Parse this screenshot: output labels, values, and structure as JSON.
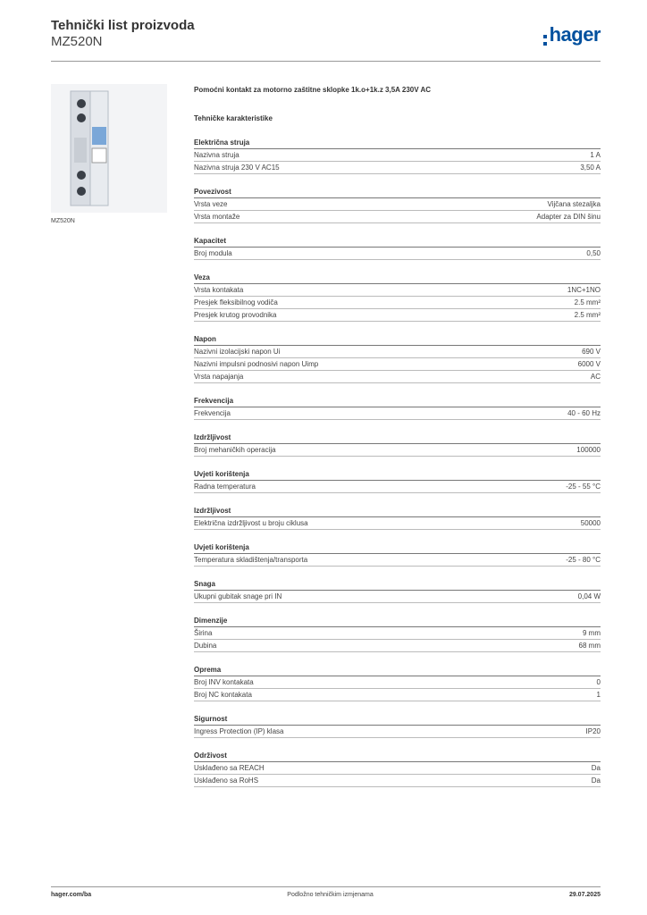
{
  "header": {
    "title": "Tehnički list proizvoda",
    "model": "MZ520N",
    "logo": "hager",
    "brand_color": "#00509e"
  },
  "product": {
    "image_caption": "MZ520N",
    "description": "Pomoćni kontakt za motorno zaštitne sklopke 1k.o+1k.z 3,5A 230V AC"
  },
  "spec_title": "Tehničke karakteristike",
  "sections": [
    {
      "title": "Električna struja",
      "rows": [
        [
          "Nazivna struja",
          "1 A"
        ],
        [
          "Nazivna struja 230 V AC15",
          "3,50 A"
        ]
      ]
    },
    {
      "title": "Povezivost",
      "rows": [
        [
          "Vrsta veze",
          "Vijčana stezaljka"
        ],
        [
          "Vrsta montaže",
          "Adapter za DIN šinu"
        ]
      ]
    },
    {
      "title": "Kapacitet",
      "rows": [
        [
          "Broj modula",
          "0,50"
        ]
      ]
    },
    {
      "title": "Veza",
      "rows": [
        [
          "Vrsta kontakata",
          "1NC+1NO"
        ],
        [
          "Presjek fleksibilnog vodiča",
          "2.5 mm²"
        ],
        [
          "Presjek krutog provodnika",
          "2.5 mm²"
        ]
      ]
    },
    {
      "title": "Napon",
      "rows": [
        [
          "Nazivni izolacijski napon Ui",
          "690 V"
        ],
        [
          "Nazivni impulsni podnosivi napon Uimp",
          "6000 V"
        ],
        [
          "Vrsta napajanja",
          "AC"
        ]
      ]
    },
    {
      "title": "Frekvencija",
      "rows": [
        [
          "Frekvencija",
          "40 - 60 Hz"
        ]
      ]
    },
    {
      "title": "Izdržljivost",
      "rows": [
        [
          "Broj mehaničkih operacija",
          "100000"
        ]
      ]
    },
    {
      "title": "Uvjeti korištenja",
      "rows": [
        [
          "Radna temperatura",
          "-25 - 55 °C"
        ]
      ]
    },
    {
      "title": "Izdržljivost",
      "rows": [
        [
          "Električna izdržljivost u broju ciklusa",
          "50000"
        ]
      ]
    },
    {
      "title": "Uvjeti korištenja",
      "rows": [
        [
          "Temperatura skladištenja/transporta",
          "-25 - 80 °C"
        ]
      ]
    },
    {
      "title": "Snaga",
      "rows": [
        [
          "Ukupni gubitak snage pri IN",
          "0,04 W"
        ]
      ]
    },
    {
      "title": "Dimenzije",
      "rows": [
        [
          "Širina",
          "9 mm"
        ],
        [
          "Dubina",
          "68 mm"
        ]
      ]
    },
    {
      "title": "Oprema",
      "rows": [
        [
          "Broj INV kontakata",
          "0"
        ],
        [
          "Broj NC kontakata",
          "1"
        ]
      ]
    },
    {
      "title": "Sigurnost",
      "rows": [
        [
          "Ingress Protection (IP) klasa",
          "IP20"
        ]
      ]
    },
    {
      "title": "Održivost",
      "rows": [
        [
          "Usklađeno sa REACH",
          "Da"
        ],
        [
          "Usklađeno sa RoHS",
          "Da"
        ]
      ]
    }
  ],
  "footer": {
    "website": "hager.com/ba",
    "notice": "Podložno tehničkim izmjenama",
    "date": "29.07.2025"
  }
}
